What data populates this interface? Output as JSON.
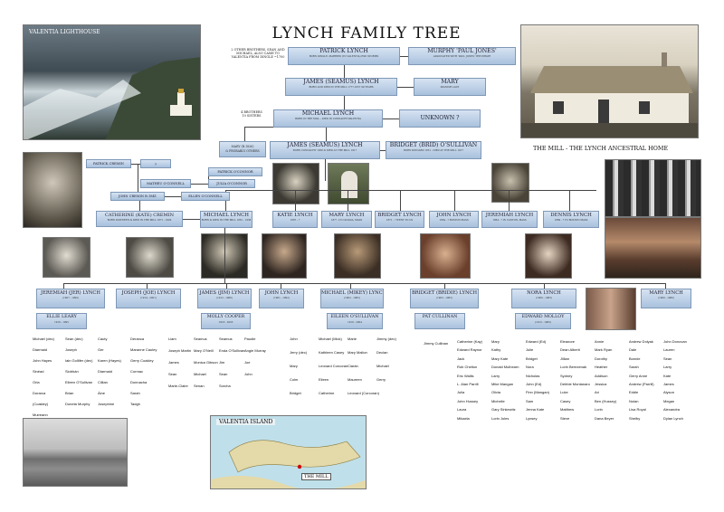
{
  "title": "LYNCH FAMILY TREE",
  "photos": {
    "lighthouse_caption": "VALENTIA LIGHTHOUSE",
    "mill_caption": "THE MILL - THE LYNCH ANCESTRAL HOME",
    "map_caption": "VALENTIA ISLAND",
    "map_label": "THE MILL"
  },
  "top": {
    "note_left": "2 OTHER BROTHERS, SEAN AND MICHAEL, ALSO CAME TO VALENTIA FROM DINGLE ~1700",
    "patrick": {
      "name": "PATRICK LYNCH",
      "sub": "BORN DINGLE, MARRIED (TO VALENTIA) EXP. STORIES"
    },
    "murphy": {
      "name": "MURPHY 'PAUL JONES'",
      "sub": "ASSOCIATED WITH 'PAUL JONES' THE PIRATE"
    },
    "james1": {
      "name": "JAMES (SEAMUS) LYNCH",
      "sub": "BORN AND DIED IN THE MILL 1777-1857 99 YEARS"
    },
    "mary_sp": {
      "name": "MARY",
      "sub": "SPANISH LADY"
    },
    "note_brothers": "4 BROTHERS\n10 SISTERS",
    "michael1": {
      "name": "MICHAEL LYNCH",
      "sub": "BORN IN THE MILL - DIED IN CONNACHT PALENTIA"
    },
    "unknown": {
      "name": "UNKNOWN ?"
    },
    "note_mary": "MARY (B.1836)\n& PROBABLY OTHERS",
    "james2": {
      "name": "JAMES (SEAMUS) LYNCH",
      "sub": "BORN CONNACHT 1838 & DIED AT THE MILL 1917"
    },
    "bridget": {
      "name": "BRIDGET (BRID) O'SULLIVAN",
      "sub": "BORN KINNARD 1851 - DIED AT THE MILL 1917"
    }
  },
  "cremin": {
    "patrick_cremin": "PATRICK CREMIN",
    "q": "?",
    "patrick_oconnor": "PATRICK O'CONNOR",
    "mathew_oconnell": "MATHEU O'CONNELL",
    "julia_oconnor": "JULIA O'CONNOR",
    "john_cremin": "JOHN CREMIN B.1841",
    "ellen_oconnell": "ELLEN O'CONNELL",
    "catherine": {
      "name": "CATHERINE (KATE) CREMIN",
      "sub": "BORN DOWNEEN & DIED IN THE MILL 1871 - 1929"
    }
  },
  "gen_children": [
    {
      "name": "MICHAEL LYNCH",
      "sub": "BORN & DIED IN THE MILL 1861 - 1938"
    },
    {
      "name": "KATIE LYNCH",
      "sub": "1867 - ?"
    },
    {
      "name": "MARY LYNCH",
      "sub": "18?? - IN CANADA, MASS"
    },
    {
      "name": "BRIDGET LYNCH",
      "sub": "1871 - ? WENT TO US"
    },
    {
      "name": "JOHN LYNCH",
      "sub": "1864 - ? BOSTON MASS"
    },
    {
      "name": "JEREMIAH LYNCH",
      "sub": "1864 - ? IN CANTON, MASS"
    },
    {
      "name": "DENNIS LYNCH",
      "sub": "1869 - ? TO BOSTON MASS"
    }
  ],
  "gen_grand": [
    {
      "name": "JEREMIAH (JER) LYNCH",
      "sub": "(1907 - 1990)"
    },
    {
      "name": "JOSEPH (JOE) LYNCH",
      "sub": "(1914 - 2001)"
    },
    {
      "name": "JAMES (JIM) LYNCH",
      "sub": "(1912 - 1980)"
    },
    {
      "name": "JOHN LYNCH",
      "sub": "(1901 - 1992)"
    },
    {
      "name": "MICHAEL (MIKEY) LYNCH",
      "sub": "(1902 - 1982)"
    },
    {
      "name": "BRIDGET (BRIDIE) LYNCH",
      "sub": "(1903 - 1982)"
    },
    {
      "name": "NORA LYNCH",
      "sub": "(1906 - 1983)"
    },
    {
      "name": "MARY LYNCH",
      "sub": "(1900 - 1980)"
    }
  ],
  "spouses": [
    {
      "name": "ELLIE LEARY",
      "sub": "1916 - 1995"
    },
    {
      "name": "MOLLY COOPER",
      "sub": "1918 - 2005"
    },
    {
      "name": "EILEEN O'SULLIVAN",
      "sub": "1916 - 2004"
    },
    {
      "name": "PAT CULLINAN",
      "sub": ""
    },
    {
      "name": "EDWARD MOLLOY",
      "sub": "(1913 - 1983)"
    }
  ],
  "descendants": {
    "jer": [
      "Michael (dec)",
      "Sean (dec)",
      "Cauty",
      "Deranca",
      "Diarmaid",
      "Joseph",
      "Ger",
      "Maranne Cauley",
      "John Hayes",
      "Iain Gollifer (dec)",
      "Karen (Hayes)",
      "Gerry Coakley",
      "Sinéad",
      "Siobhán",
      "Diarmaid",
      "Cormac",
      "Orla",
      "Eileen O'Sullivan",
      "Cillian",
      "Donnacha",
      "Dorarca",
      "Brian",
      "Áine",
      "Sarah",
      "(Coakley)",
      "Doneta Murphy",
      "Josephine",
      "Tadgh",
      "Muireann"
    ],
    "jim": [
      "Liam",
      "Seamus",
      "Seamus",
      "Paudie",
      "Joseph Martin",
      "Mary O'Neill",
      "Enda O'Sullivan",
      "Angie Murray",
      "James",
      "Monica Gibson",
      "Jim",
      "Joe",
      "Sean",
      "Michael",
      "Sean",
      "John",
      "Marie-Claire",
      "Senan",
      "Sorcha"
    ],
    "mikey": [
      "John",
      "Michael (Mick)",
      "Marie",
      "Jimmy (dec)",
      "Jerry (dec)",
      "Kathleen Casey",
      "Mary Mallon",
      "Declan",
      "Mary",
      "Leonard Corcoran",
      "Ciarán",
      "Michael",
      "Colm",
      "Eileen",
      "Maureen",
      "Gerry",
      "Bridget",
      "Catherine",
      "Leonard (Corcoran)"
    ],
    "bridie": [
      "Jimmy Cullinan"
    ],
    "nora": [
      "Catherine (Kay)",
      "Mary",
      "Edward (Ed)",
      "Eleanore",
      "Annie",
      "Andrew Dolyak",
      "John Donovan",
      "Edward Raynor",
      "Kathy",
      "Julie",
      "Dean Alberti",
      "Mark Ryan",
      "Dale",
      "Lauren",
      "Jack",
      "Mary Kate",
      "Bridget",
      "Jillian",
      "Dorothy",
      "Bonnie",
      "Sean",
      "Rob Chelton",
      "Donald Mulhearn",
      "Nora",
      "Lorin Berezenak",
      "Heather",
      "Sarah",
      "Larry",
      "Eric Wallis",
      "Larry",
      "Nicholas",
      "Sydney",
      "Addison",
      "Gerry Anne",
      "Kate",
      "L. Alan Parrill",
      "Mike Mangan",
      "John (Ed)",
      "Debbie Montanaro",
      "Jessica",
      "Andrew (Parrill)",
      "James",
      "Julia",
      "Olivia",
      "Finn (Mangan)",
      "Luke",
      "Ari",
      "Eddie",
      "Alyson",
      "John Hussey",
      "Michelle",
      "Sam",
      "Casey",
      "Ben (Hussey)",
      "Nolan",
      "Megan",
      "Laura",
      "Gary Sinkewitz",
      "Jenna Kate",
      "Matthew",
      "Lorin",
      "Lisa Royal",
      "Alexandra",
      "Mikaela",
      "Lorin Jules",
      "Lynsey",
      "Steve",
      "Dana Beyer",
      "Shelby",
      "Dylan Lynch"
    ]
  }
}
